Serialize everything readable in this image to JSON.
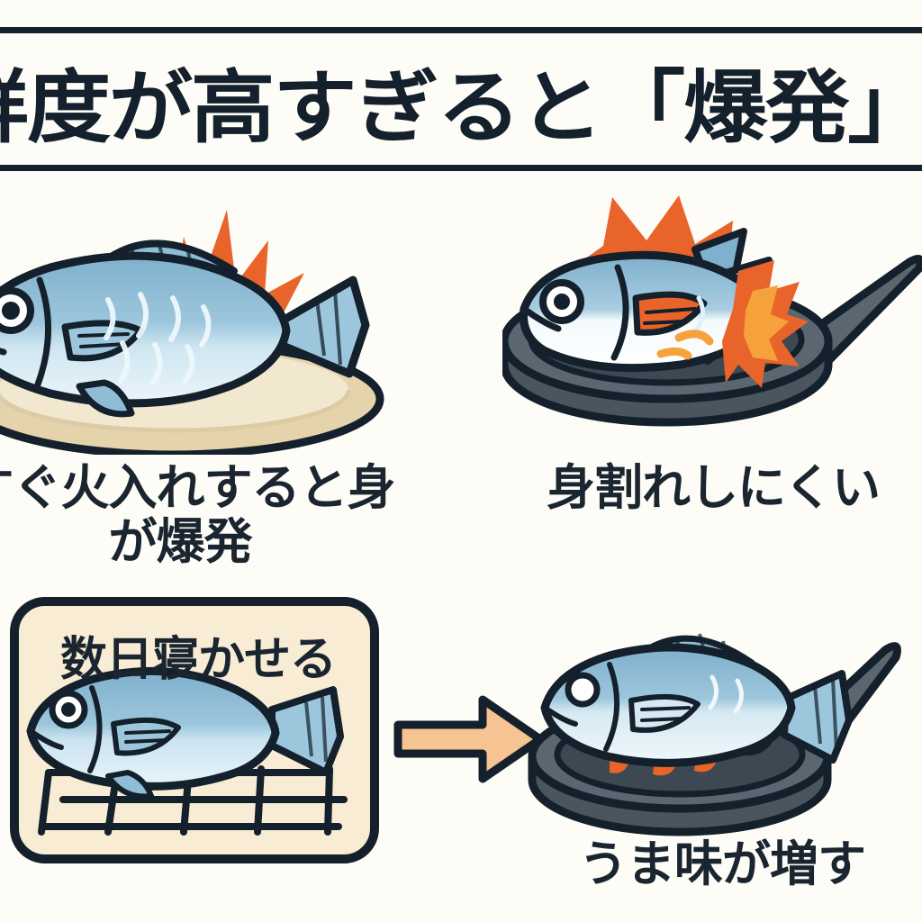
{
  "page": {
    "background_color": "#fdfcf7",
    "ink_color": "#14202b",
    "title": "魚は鮮度が高すぎると「爆発」する?"
  },
  "palette": {
    "ink": "#14202b",
    "orange": "#e8642a",
    "orange_light": "#f6a23c",
    "arrow_fill": "#f6c493",
    "plate": "#e5d3ac",
    "plate_rim": "#f2e8cf",
    "box_fill": "#f8ecd4",
    "fish_dorsal": "#7fb0cc",
    "fish_mid": "#a8cde0",
    "fish_belly": "#d6e9f2",
    "fish_white": "#f4fafd",
    "pan_body": "#5a6670",
    "pan_dark": "#3d4852",
    "pan_rim": "#6e7a84"
  },
  "panels": [
    {
      "id": "panel-top-left",
      "illustration": "fish-on-plate-with-burst",
      "caption": "すぐ火入れすると身\nが爆発",
      "caption_lines": [
        "すぐ火入れすると身",
        "が爆発"
      ]
    },
    {
      "id": "panel-top-right",
      "illustration": "fish-in-pan-exploding",
      "caption": "身割れしにくい",
      "caption_lines": [
        "身割れしにくい"
      ]
    },
    {
      "id": "panel-bottom-left",
      "illustration": "fish-resting-on-rack",
      "box_label": "数日寝かせる",
      "caption": ""
    },
    {
      "id": "panel-bottom-right",
      "illustration": "fish-in-pan-calm",
      "caption": "うま味が増す",
      "caption_lines": [
        "うま味が増す"
      ]
    }
  ],
  "arrow": {
    "direction": "right",
    "fill": "#f6c493",
    "stroke": "#14202b"
  },
  "icons": {
    "fish": "fish-icon",
    "plate": "plate-icon",
    "pan": "frying-pan-icon",
    "burst": "explosion-burst-icon",
    "rack": "wire-rack-icon",
    "arrow": "arrow-right-icon",
    "flame": "flame-icon"
  }
}
